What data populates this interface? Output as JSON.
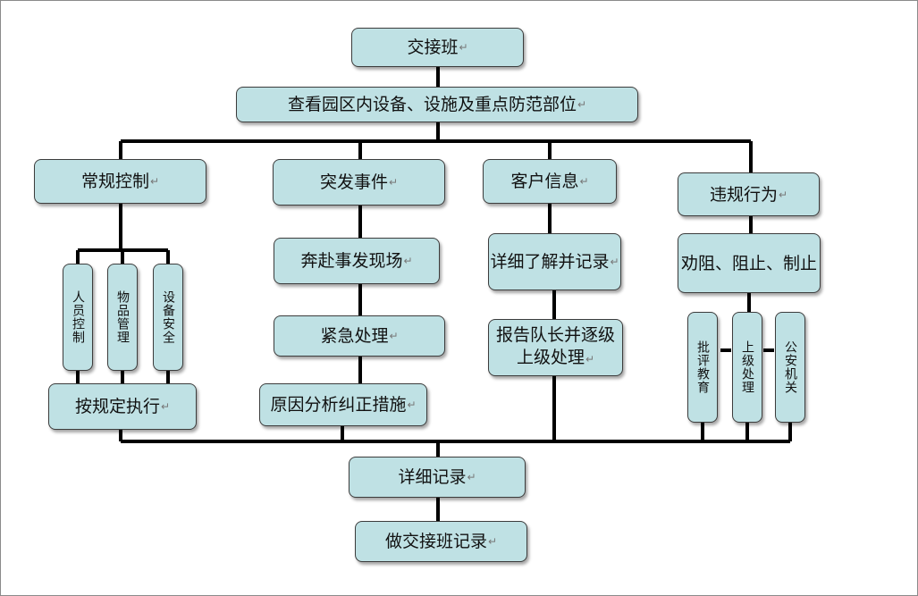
{
  "diagram": {
    "nodes": {
      "handover": "交接班",
      "inspect": "查看园区内设备、设施及重点防范部位",
      "routine": "常规控制",
      "emergency": "突发事件",
      "customer": "客户信息",
      "violation": "违规行为",
      "personnel": "人员控制",
      "goods": "物品管理",
      "equipment": "设备安全",
      "execute": "按规定执行",
      "rush": "奔赴事发现场",
      "urgent": "紧急处理",
      "analyze": "原因分析纠正措施",
      "detail_record": "详细了解并记录",
      "report_line1": "报告队长并逐级",
      "report_line2": "上级处理",
      "dissuade": "劝阻、阻止、制止",
      "criticize": "批评教育",
      "superior": "上级处理",
      "police": "公安机关",
      "record": "详细记录",
      "handover_record": "做交接班记录"
    },
    "paragraph_mark": "↵"
  }
}
